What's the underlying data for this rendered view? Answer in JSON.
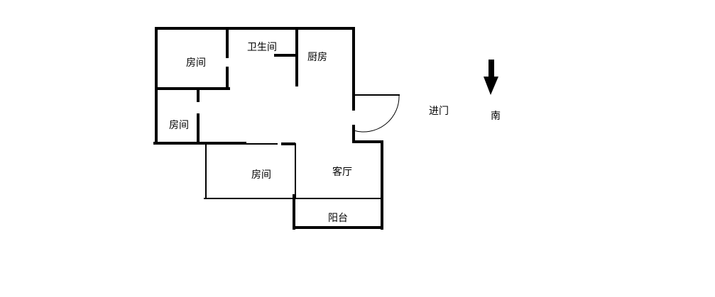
{
  "plan": {
    "rooms": {
      "bedroom_top_left": "房间",
      "bathroom": "卫生间",
      "kitchen": "厨房",
      "bedroom_middle_left": "房间",
      "bedroom_bottom": "房间",
      "living_room": "客厅",
      "balcony": "阳台"
    },
    "entrance_label": "进门",
    "compass_label": "南",
    "colors": {
      "wall": "#000000",
      "background": "#ffffff"
    }
  }
}
